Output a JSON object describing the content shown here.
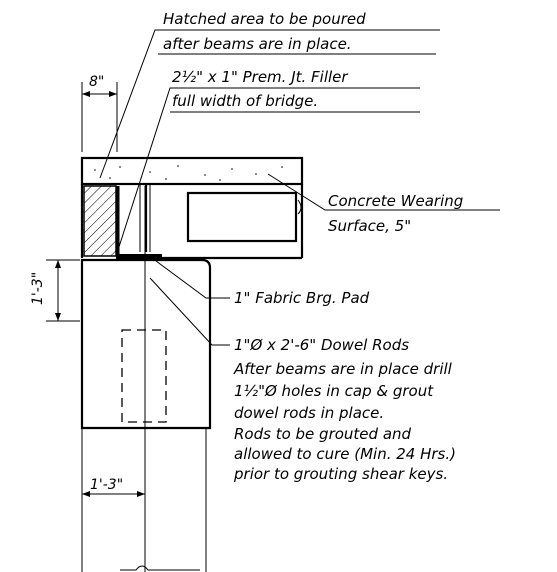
{
  "notes": {
    "hatched_line1": "Hatched area to be poured",
    "hatched_line2": "after beams are in place.",
    "filler_line1": "2½\" x 1\" Prem. Jt. Filler",
    "filler_line2": "full width of bridge.",
    "wearing_line1": "Concrete Wearing",
    "wearing_line2": "Surface, 5\"",
    "pad": "1\" Fabric Brg. Pad",
    "dowel_title": "1\"Ø x 2'-6\" Dowel Rods",
    "dowel_line1": "After beams are in place drill",
    "dowel_line2": "1½\"Ø holes in cap & grout",
    "dowel_line3": "dowel rods in place.",
    "dowel_line4": "Rods to be grouted and",
    "dowel_line5": "allowed to cure (Min. 24 Hrs.)",
    "dowel_line6": "prior to grouting shear keys."
  },
  "dimensions": {
    "top_width": "8\"",
    "side_height": "1'-3\"",
    "bottom_width": "1'-3\""
  }
}
